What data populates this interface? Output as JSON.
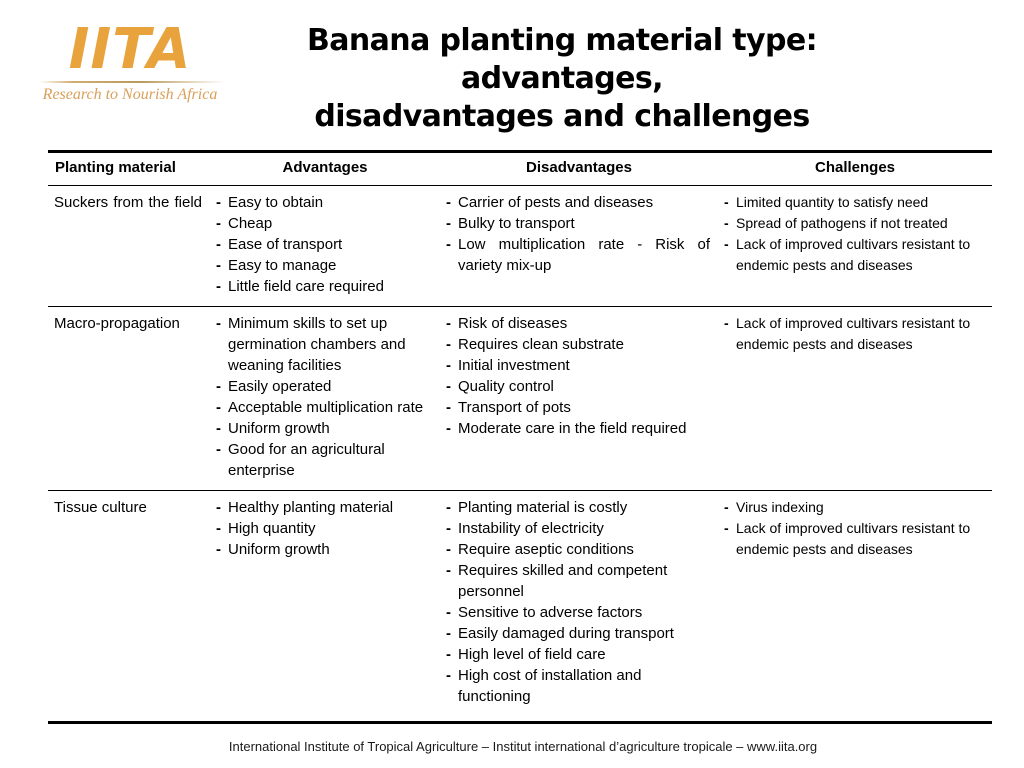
{
  "brand": {
    "logo_mark": "IITA",
    "logo_tagline": "Research to Nourish Africa",
    "logo_color": "#E8A33D",
    "tagline_color": "#D9A05B"
  },
  "slide": {
    "title_line1": "Banana planting material type: advantages,",
    "title_line2": "disadvantages and challenges"
  },
  "table": {
    "headers": {
      "col1": "Planting material",
      "col2": "Advantages",
      "col3": "Disadvantages",
      "col4": "Challenges"
    },
    "rows": [
      {
        "material": "Suckers from the field",
        "advantages": [
          "Easy to obtain",
          "Cheap",
          "Ease of transport",
          "Easy to manage",
          "Little field care required"
        ],
        "disadvantages": [
          "Carrier of pests and diseases",
          "Bulky to transport",
          "Low multiplication rate  - Risk of variety mix-up"
        ],
        "challenges": [
          "Limited quantity to satisfy need",
          "Spread of pathogens if not treated",
          "Lack of improved cultivars resistant to endemic pests and diseases"
        ]
      },
      {
        "material": "Macro-propagation",
        "advantages": [
          "Minimum skills to set up germination chambers and weaning facilities",
          "Easily operated",
          "Acceptable multiplication rate",
          "Uniform growth",
          "Good for an agricultural enterprise"
        ],
        "disadvantages": [
          "Risk of diseases",
          "Requires clean substrate",
          "Initial investment",
          "Quality control",
          "Transport of pots",
          "Moderate care in the field required"
        ],
        "challenges": [
          "Lack of improved cultivars resistant to endemic pests and diseases"
        ]
      },
      {
        "material": "Tissue culture",
        "advantages": [
          "Healthy planting material",
          "High quantity",
          "Uniform growth"
        ],
        "disadvantages": [
          "Planting material is costly",
          "Instability of electricity",
          "Require aseptic conditions",
          "Requires skilled and competent personnel",
          "Sensitive to adverse factors",
          "Easily damaged during transport",
          "High level of field care",
          "High cost of installation and functioning"
        ],
        "challenges": [
          "Virus indexing",
          "Lack of improved cultivars resistant to endemic pests and diseases"
        ]
      }
    ]
  },
  "footer": {
    "text": "International Institute of Tropical Agriculture – Institut international d’agriculture tropicale – www.iita.org"
  }
}
